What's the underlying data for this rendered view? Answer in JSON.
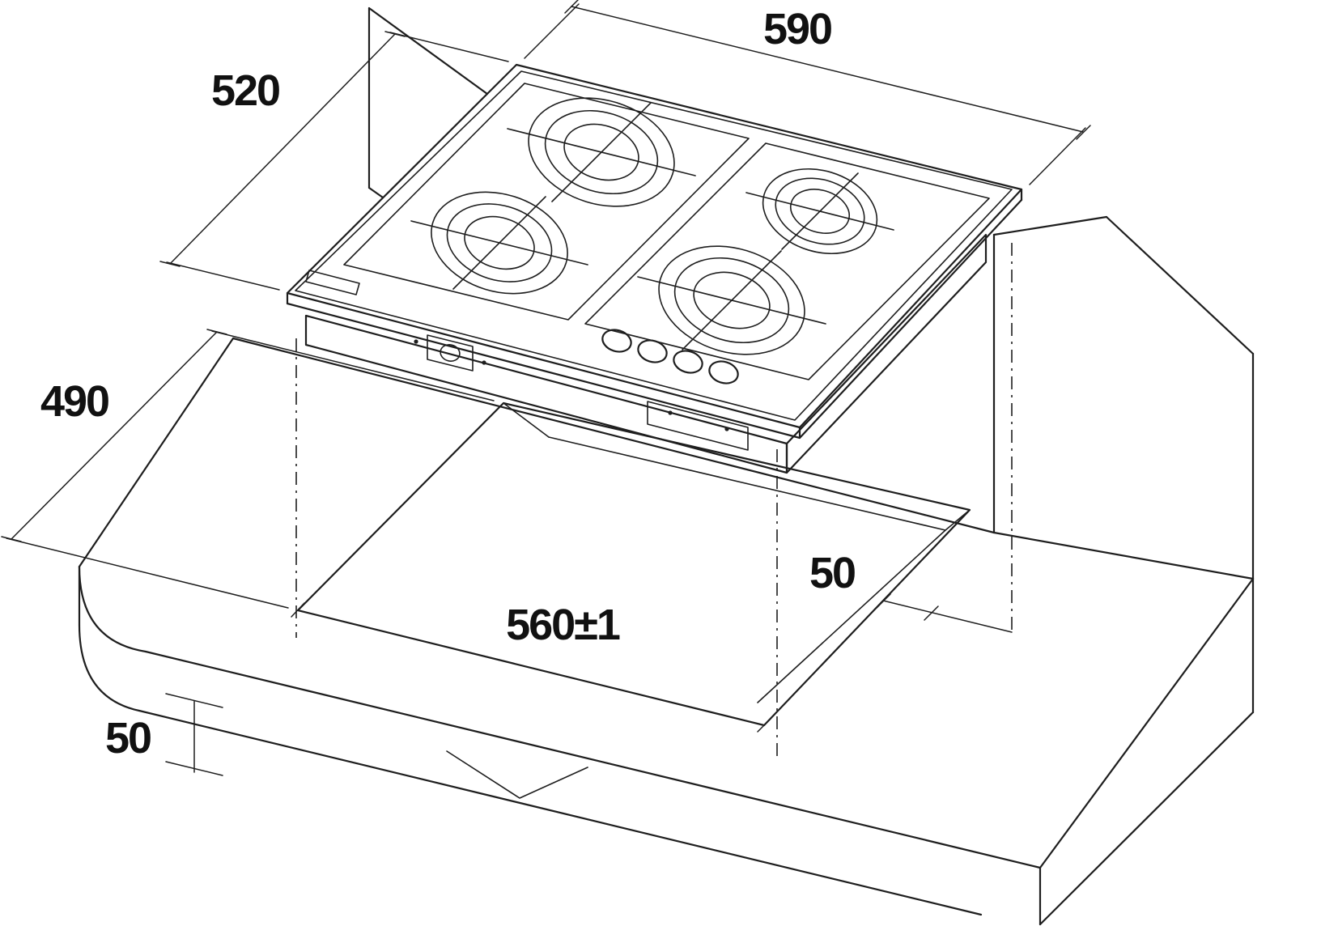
{
  "colors": {
    "background": "#ffffff",
    "line": "#1e1e1e",
    "text": "#111111"
  },
  "dimensions": {
    "appliance_width": "590",
    "appliance_depth": "520",
    "cutout_depth": "490",
    "cutout_width": "560±1",
    "clearance_rear": "50",
    "clearance_front": "50"
  }
}
